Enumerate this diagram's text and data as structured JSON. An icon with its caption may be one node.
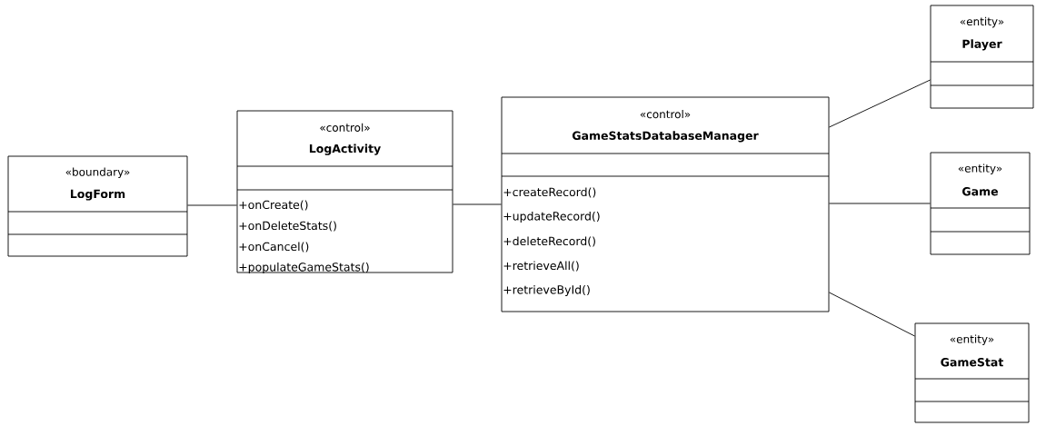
{
  "diagram": {
    "nodes": [
      {
        "text": [
          "«boundary»",
          "LogForm"
        ]
      },
      {
        "text": [
          "«control»",
          "LogActivity",
          "+onCreate()",
          "+onDeleteStats()",
          "+onCancel()",
          "+populateGameStats()"
        ]
      },
      {
        "text": [
          "«control»",
          "GameStatsDatabaseManager",
          "+createRecord()",
          "+updateRecord()",
          "+deleteRecord()",
          "+retrieveAll()",
          "+retrieveById()"
        ]
      },
      {
        "text": [
          "«entity»",
          "Player"
        ]
      },
      {
        "text": [
          "«entity»",
          "Game"
        ]
      },
      {
        "text": [
          "«entity»",
          "GameStat"
        ]
      }
    ],
    "edges": [
      {
        "from": 0,
        "to": 1,
        "arrow": "none"
      },
      {
        "from": 1,
        "to": 2,
        "arrow": "none"
      },
      {
        "from": 2,
        "to": 3,
        "arrow": "none"
      },
      {
        "from": 2,
        "to": 4,
        "arrow": "none"
      },
      {
        "from": 2,
        "to": 5,
        "arrow": "none"
      }
    ]
  }
}
